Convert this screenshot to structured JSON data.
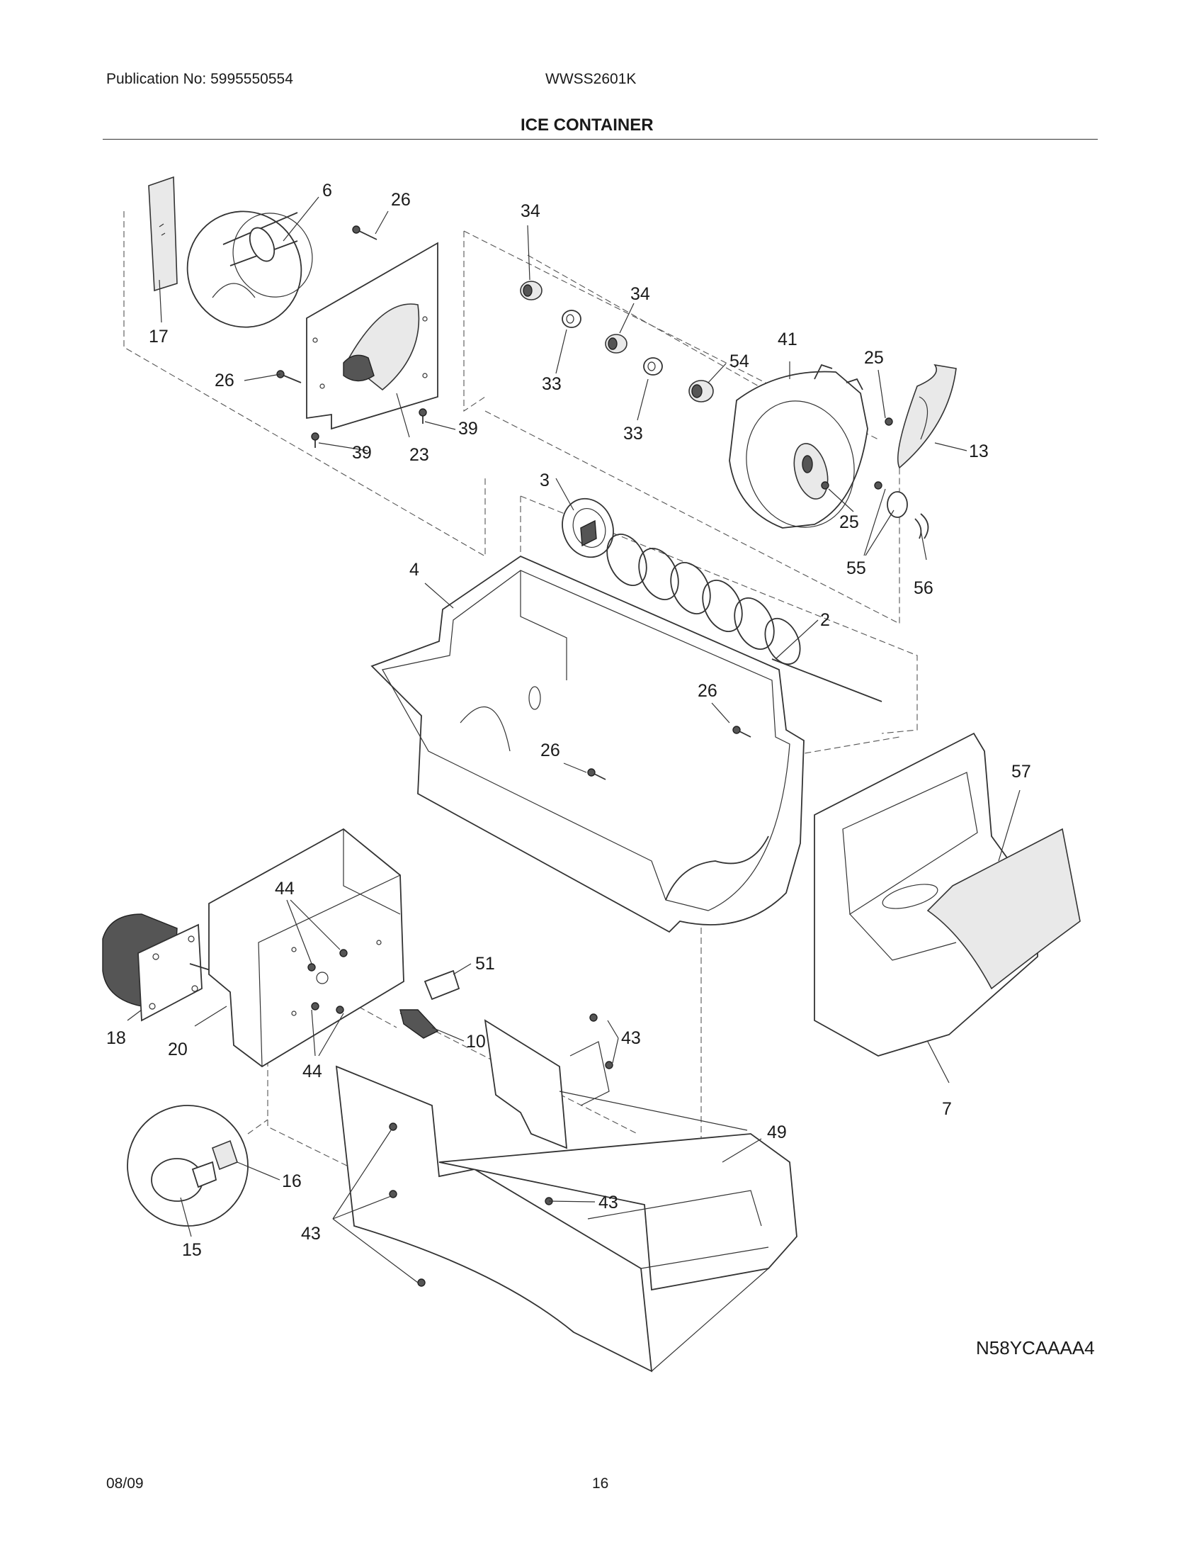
{
  "header": {
    "publication": "Publication No: 5995550554",
    "model": "WWSS2601K",
    "section_title": "ICE CONTAINER"
  },
  "diagram": {
    "drawing_code": "N58YCAAAA4",
    "part_callouts": [
      "17",
      "6",
      "26",
      "34",
      "34",
      "33",
      "33",
      "54",
      "41",
      "25",
      "13",
      "25",
      "55",
      "56",
      "23",
      "39",
      "39",
      "26",
      "3",
      "4",
      "2",
      "26",
      "26",
      "57",
      "7",
      "44",
      "44",
      "51",
      "43",
      "10",
      "18",
      "20",
      "49",
      "43",
      "43",
      "16",
      "15"
    ]
  },
  "footer": {
    "date": "08/09",
    "page": "16"
  }
}
